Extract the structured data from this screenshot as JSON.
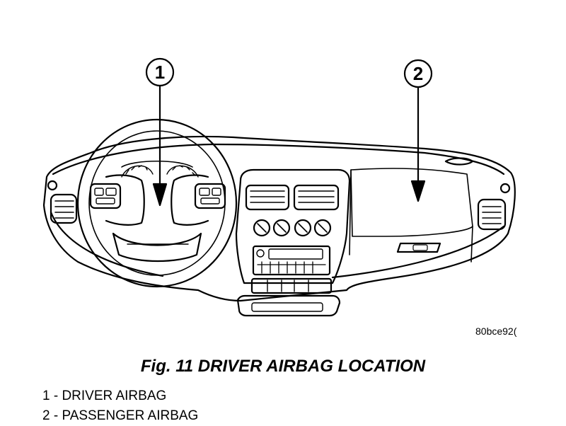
{
  "figure": {
    "callouts": [
      {
        "number": "1"
      },
      {
        "number": "2"
      }
    ],
    "reference_code": "80bce92("
  },
  "caption": "Fig. 11 DRIVER AIRBAG LOCATION",
  "legend": [
    "1 - DRIVER AIRBAG",
    "2 - PASSENGER AIRBAG"
  ]
}
